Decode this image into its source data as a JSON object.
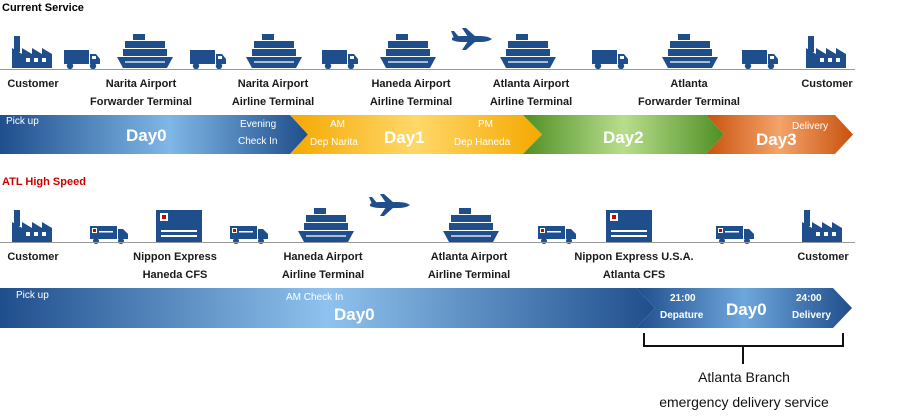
{
  "colors": {
    "navy": "#1f4e8c",
    "green": "#5a9a2e",
    "orange": "#f5a800",
    "dark_orange": "#d15f16",
    "red_title": "#cc0000"
  },
  "current": {
    "title": "Current Service",
    "stops": [
      {
        "line1": "Customer",
        "line2": ""
      },
      {
        "line1": "Narita Airport",
        "line2": "Forwarder Terminal"
      },
      {
        "line1": "Narita Airport",
        "line2": "Airline Terminal"
      },
      {
        "line1": "Haneda  Airport",
        "line2": "Airline Terminal"
      },
      {
        "line1": "Atlanta Airport",
        "line2": "Airline Terminal"
      },
      {
        "line1": "Atlanta",
        "line2": "Forwarder Terminal"
      },
      {
        "line1": "Customer",
        "line2": ""
      }
    ],
    "day0": {
      "label": "Day0",
      "pickup": "Pick up",
      "evening": "Evening",
      "checkin": "Check In"
    },
    "day1": {
      "label": "Day1",
      "am": "AM",
      "dep_narita": "Dep Narita",
      "pm": "PM",
      "dep_haneda": "Dep  Haneda"
    },
    "day2": {
      "label": "Day2"
    },
    "day3": {
      "label": "Day3",
      "delivery": "Delivery"
    }
  },
  "atl": {
    "title": "ATL High Speed",
    "stops": [
      {
        "line1": "Customer",
        "line2": ""
      },
      {
        "line1": "Nippon Express",
        "line2": "Haneda CFS"
      },
      {
        "line1": "Haneda  Airport",
        "line2": "Airline Terminal"
      },
      {
        "line1": "Atlanta Airport",
        "line2": "Airline Terminal"
      },
      {
        "line1": "Nippon Express U.S.A.",
        "line2": "Atlanta CFS"
      },
      {
        "line1": "Customer",
        "line2": ""
      }
    ],
    "main": {
      "pickup": "Pick up",
      "am_checkin": "AM Check In",
      "label": "Day0"
    },
    "sub": {
      "time_left": "21:00",
      "dep": "Depature",
      "label": "Day0",
      "time_right": "24:00",
      "delivery": "Delivery"
    },
    "branch": {
      "line1": "Atlanta Branch",
      "line2": "emergency delivery service"
    }
  },
  "icons": {
    "factory": "factory-icon",
    "truck": "truck-icon",
    "ship": "cargo-ship-icon",
    "airplane": "airplane-icon",
    "warehouse": "warehouse-icon"
  }
}
